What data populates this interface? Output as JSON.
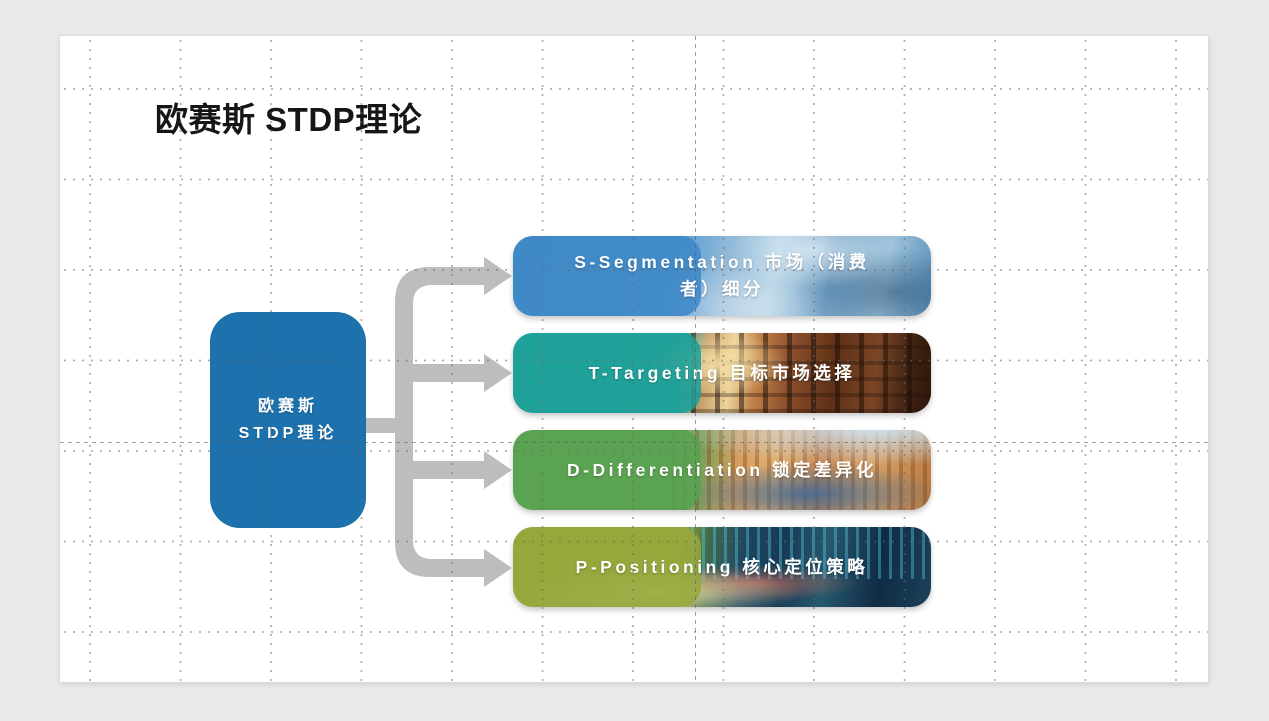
{
  "window": {
    "canvas_bg": "#e9e9e9",
    "slide_bg": "#ffffff"
  },
  "slide": {
    "title": "欧赛斯 STDP理论"
  },
  "diagram": {
    "root": {
      "line1": "欧赛斯",
      "line2": "STDP理论",
      "fill": "#1d72ad",
      "text_color": "#ffffff"
    },
    "connector": {
      "color": "#bdbdbd"
    },
    "branches": [
      {
        "id": "segmentation",
        "label": "S-Segmentation 市场（消费者）细分",
        "accent": "#3e89c8",
        "photo": "frost-blue-abstract"
      },
      {
        "id": "targeting",
        "label": "T-Targeting 目标市场选择",
        "accent": "#1ea099",
        "photo": "brick-warehouses-sunset"
      },
      {
        "id": "differentiation",
        "label": "D-Differentiation 锁定差异化",
        "accent": "#58a352",
        "photo": "city-skyline-sunset"
      },
      {
        "id": "positioning",
        "label": "P-Positioning 核心定位策略",
        "accent": "#94a83c",
        "photo": "night-highway-lights"
      }
    ]
  }
}
